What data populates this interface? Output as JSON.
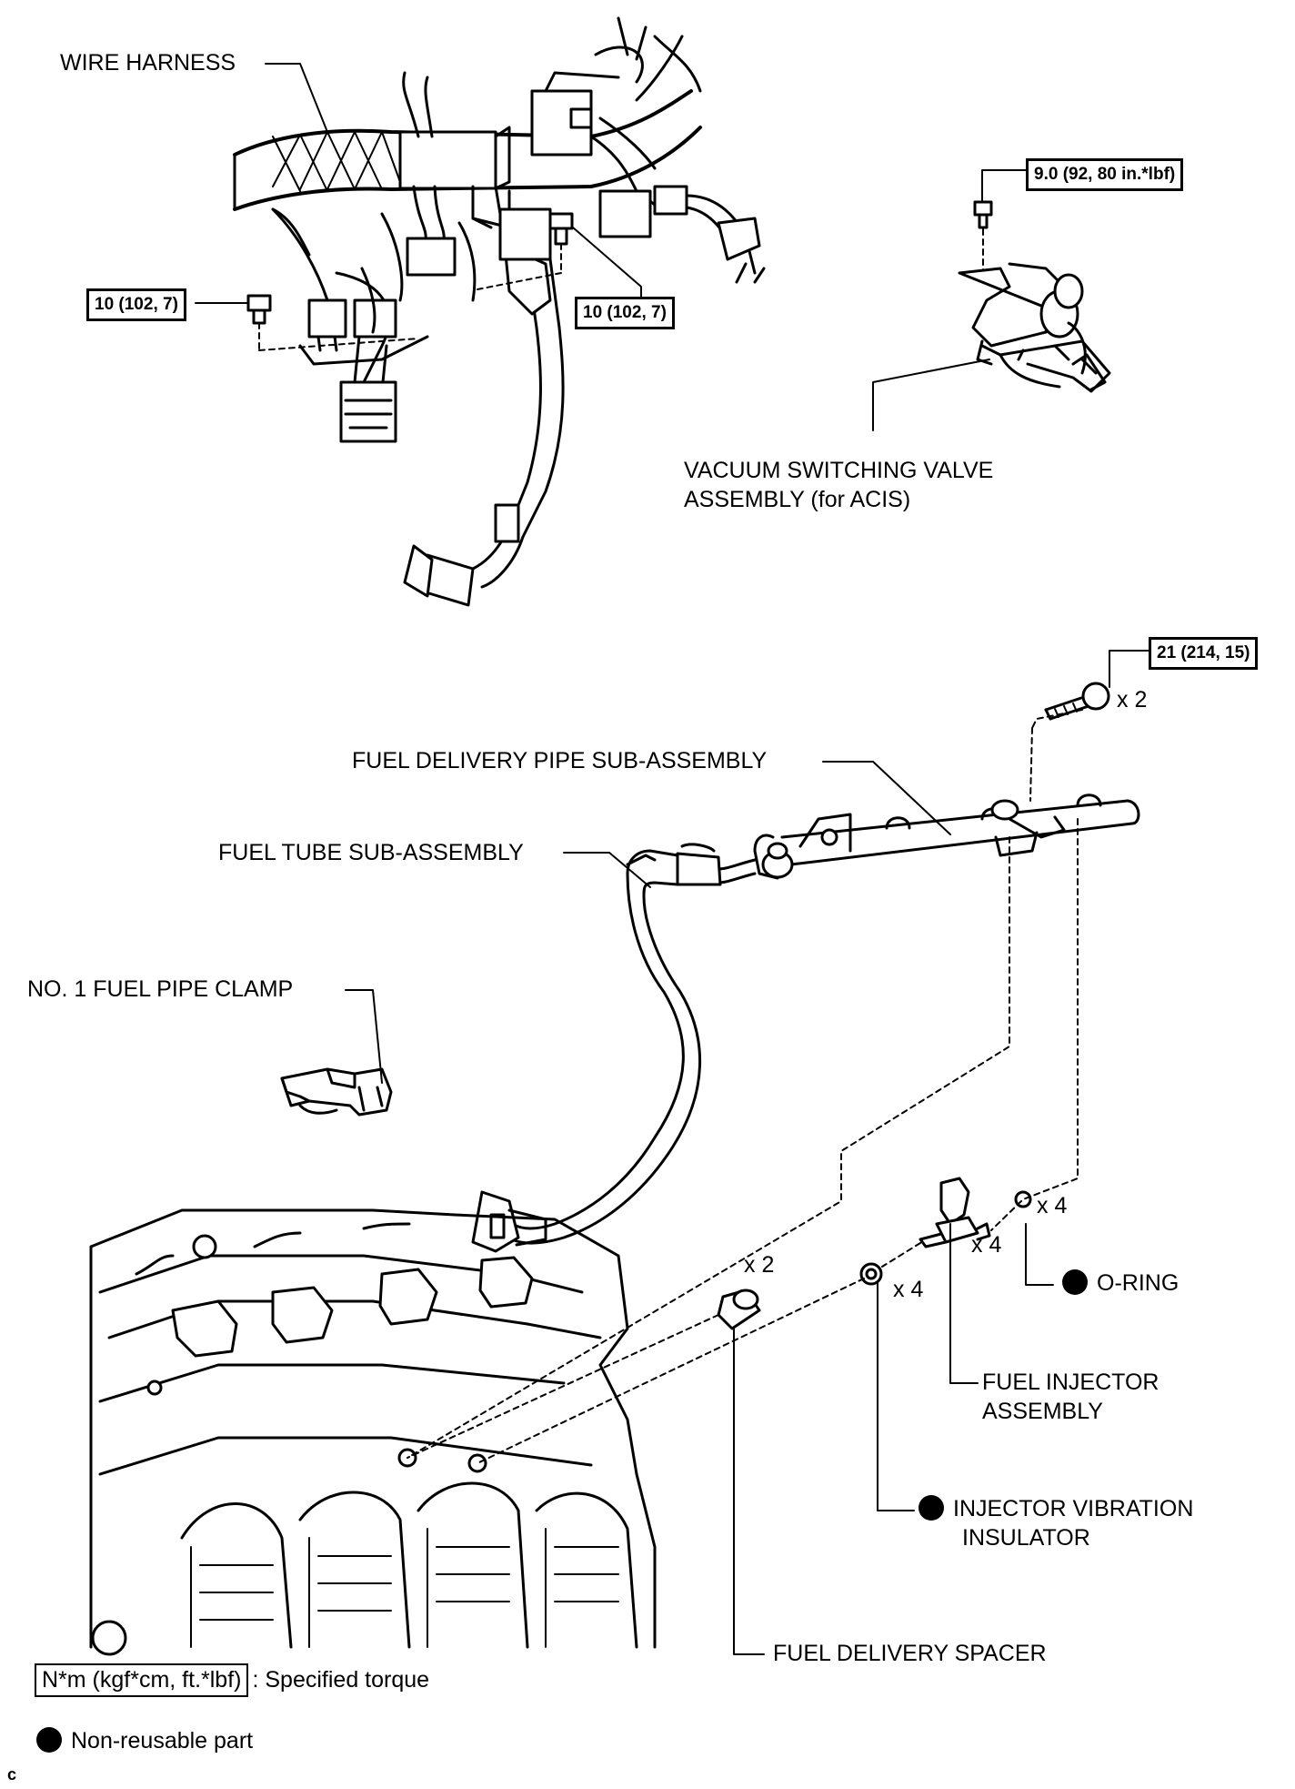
{
  "labels": {
    "wire_harness": "WIRE HARNESS",
    "vsv_line1": "VACUUM SWITCHING VALVE",
    "vsv_line2": "ASSEMBLY (for ACIS)",
    "fuel_delivery_pipe": "FUEL DELIVERY PIPE SUB-ASSEMBLY",
    "fuel_tube": "FUEL TUBE SUB-ASSEMBLY",
    "fuel_pipe_clamp": "NO. 1 FUEL PIPE CLAMP",
    "o_ring": "O-RING",
    "fuel_injector_line1": "FUEL INJECTOR",
    "fuel_injector_line2": "ASSEMBLY",
    "insulator_line1": "INJECTOR VIBRATION",
    "insulator_line2": "INSULATOR",
    "fuel_delivery_spacer": "FUEL DELIVERY SPACER"
  },
  "torques": {
    "harness_left": "10 (102, 7)",
    "harness_right": "10 (102, 7)",
    "vsv": "9.0 (92, 80 in.*lbf)",
    "delivery_pipe": "21 (214, 15)"
  },
  "quantities": {
    "pipe_bolts": "x 2",
    "o_ring": "x 4",
    "injector": "x 4",
    "insulator": "x 4",
    "spacer": "x 2"
  },
  "legend": {
    "torque_unit": "N*m (kgf*cm, ft.*lbf)",
    "torque_text": ": Specified torque",
    "nonreusable_text": "Non-reusable part"
  },
  "corner_mark": "c"
}
